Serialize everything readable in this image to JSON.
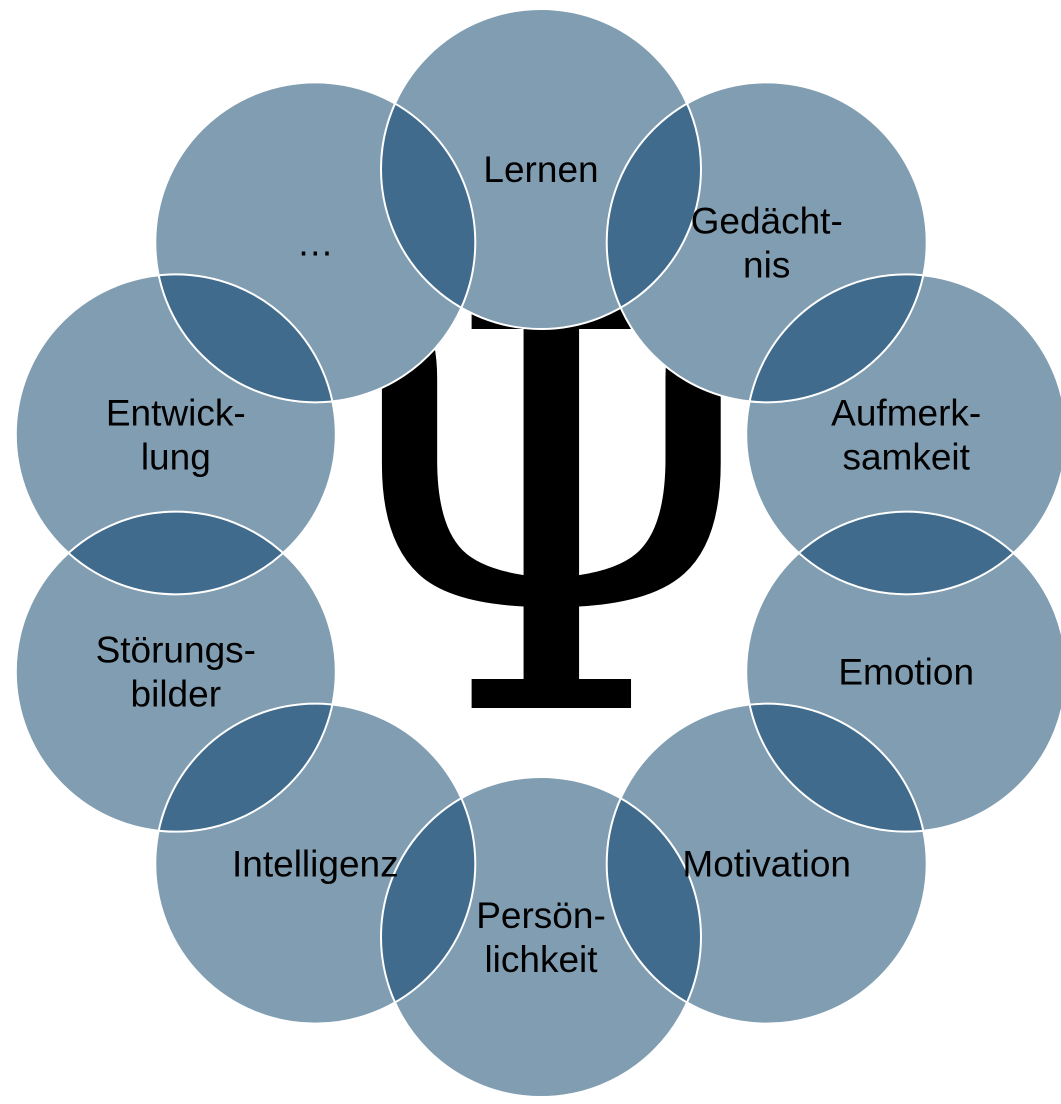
{
  "diagram": {
    "center_symbol": "Ψ",
    "colors": {
      "circle_fill": "#809db1",
      "overlap_fill": "#406b8c",
      "circle_stroke": "#ffffff",
      "text": "#000000"
    },
    "circles": [
      {
        "id": "lernen",
        "lines": [
          "Lernen"
        ]
      },
      {
        "id": "gedaechtnis",
        "lines": [
          "Gedächt-",
          "nis"
        ]
      },
      {
        "id": "aufmerksamkeit",
        "lines": [
          "Aufmerk-",
          "samkeit"
        ]
      },
      {
        "id": "emotion",
        "lines": [
          "Emotion"
        ]
      },
      {
        "id": "motivation",
        "lines": [
          "Motivation"
        ]
      },
      {
        "id": "persoenlichkeit",
        "lines": [
          "Persön-",
          "lichkeit"
        ]
      },
      {
        "id": "intelligenz",
        "lines": [
          "Intelligenz"
        ]
      },
      {
        "id": "stoerungsbilder",
        "lines": [
          "Störungs-",
          "bilder"
        ]
      },
      {
        "id": "entwicklung",
        "lines": [
          "Entwick-",
          "lung"
        ]
      },
      {
        "id": "ellipsis",
        "lines": [
          "…"
        ]
      }
    ]
  }
}
